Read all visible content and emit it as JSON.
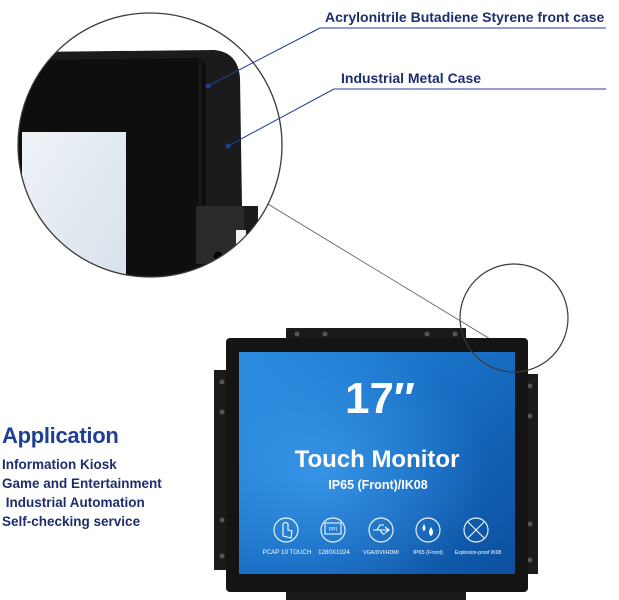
{
  "callouts": {
    "front_case": "Acrylonitrile Butadiene Styrene front case",
    "metal_case": "Industrial Metal Case"
  },
  "application": {
    "title": "Application",
    "items": [
      "Information Kiosk",
      "Game and Entertainment",
      " Industrial Automation",
      "Self-checking service"
    ]
  },
  "screen": {
    "size": "17″",
    "title": "Touch Monitor",
    "subtitle": "IP65 (Front)/IK08",
    "features": [
      {
        "icon": "hand-touch-icon",
        "label": "PCAP 10 TOUCH"
      },
      {
        "icon": "ppi-display-icon",
        "label": "1280X1024"
      },
      {
        "icon": "usb-icon",
        "label": "VGA/DVI/HDMI"
      },
      {
        "icon": "water-drops-icon",
        "label": "IP65 (Front)"
      },
      {
        "icon": "explosion-proof-icon",
        "label": "Explosion-proof  IK08"
      }
    ]
  },
  "colors": {
    "brand_text": "#1c2e6b",
    "heading": "#1f3f93",
    "screen_blue": "#1a73c9",
    "bezel": "#141414"
  }
}
